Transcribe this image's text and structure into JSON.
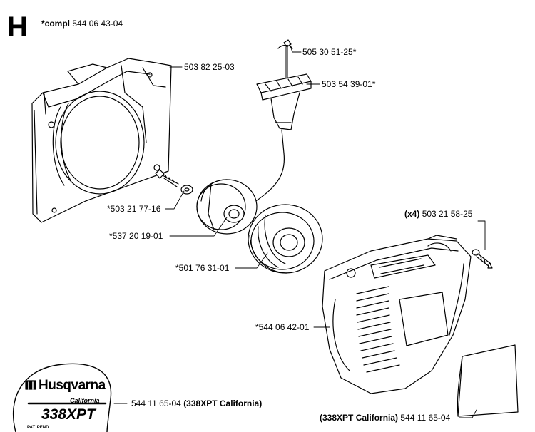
{
  "section": {
    "letter": "H",
    "compl_prefix": "*compl",
    "compl_number": "544 06 43-04"
  },
  "parts": {
    "fan_housing": "503 82 25-03",
    "rope_grip_pin": "505 30 51-25*",
    "rope_handle": "503 54 39-01*",
    "screw": "*503 21 77-16",
    "rope_pulley": "*537 20 19-01",
    "spring_cassette": "*501 76 31-01",
    "screws_qty": "(x4)",
    "screws": "503 21 58-25",
    "starter_cover": "*544 06 42-01",
    "decal_left_number": "544 11 65-04",
    "decal_left_model": "(338XPT California)",
    "decal_right_model": "(338XPT California)",
    "decal_right_number": "544 11 65-04"
  },
  "decal": {
    "brand": "Husqvarna",
    "sub": "California",
    "model": "338XPT",
    "patent": "PAT. PEND."
  }
}
